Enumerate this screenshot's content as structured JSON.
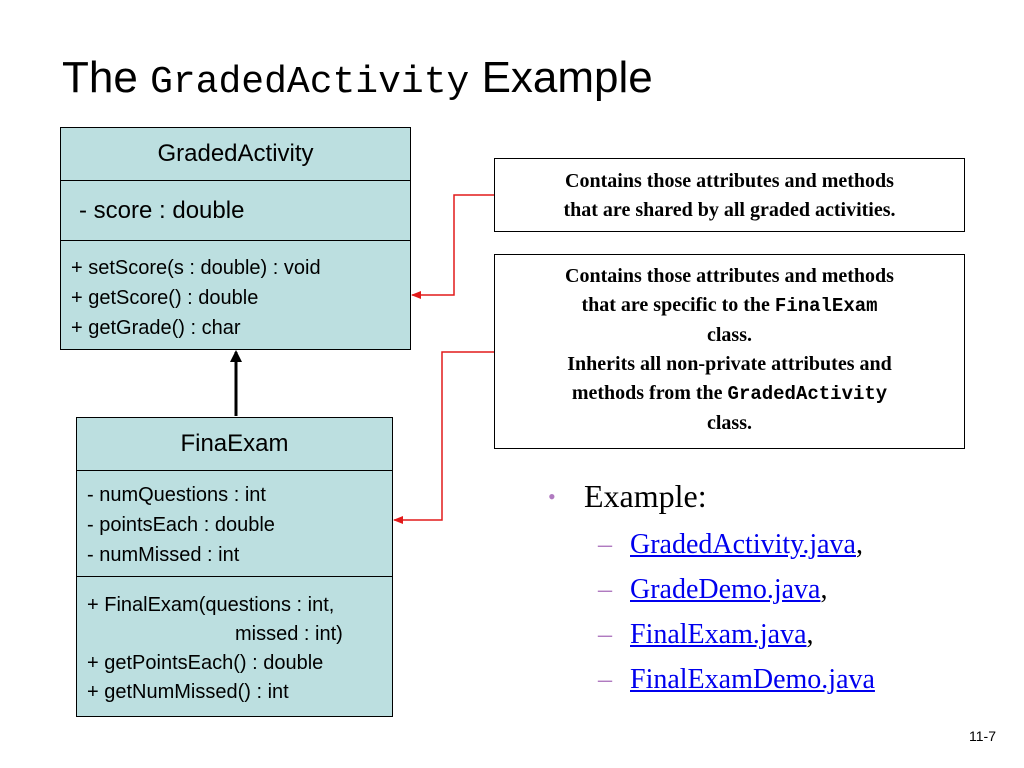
{
  "slide": {
    "title_prefix": "The",
    "title_code": "GradedActivity",
    "title_suffix": "Example",
    "page_number": "11-7"
  },
  "graded_activity": {
    "class_name": "GradedActivity",
    "attributes": [
      "- score : double"
    ],
    "methods": [
      "+ setScore(s : double) : void",
      "+ getScore() : double",
      "+ getGrade() : char"
    ]
  },
  "final_exam": {
    "class_name": "FinaExam",
    "attributes": [
      "- numQuestions : int",
      "- pointsEach : double",
      "- numMissed : int"
    ],
    "methods": [
      "+ FinalExam(questions : int,",
      "missed : int)",
      "+ getPointsEach() : double",
      "+ getNumMissed() : int"
    ]
  },
  "notes": {
    "superclass_note": {
      "line1": "Contains those attributes and methods",
      "line2": "that are shared by all graded activities."
    },
    "subclass_note": {
      "line1": "Contains those attributes and methods",
      "line2_prefix": "that are specific to the",
      "line2_code": "FinalExam",
      "line3": "class.",
      "line4": "Inherits all non-private attributes and",
      "line5_prefix": "methods from the",
      "line5_code": "GradedActivity",
      "line6": "class."
    }
  },
  "bullets": {
    "heading": "Example:",
    "files": [
      {
        "label": "GradedActivity.java",
        "suffix": ","
      },
      {
        "label": "GradeDemo.java",
        "suffix": ","
      },
      {
        "label": "FinalExam.java",
        "suffix": ","
      },
      {
        "label": "FinalExamDemo.java",
        "suffix": ""
      }
    ]
  },
  "colors": {
    "class_fill": "#bcdfe0",
    "note_connector": "#e21a1a",
    "bullet_marker": "#b07ac0",
    "link": "#0000ee"
  }
}
